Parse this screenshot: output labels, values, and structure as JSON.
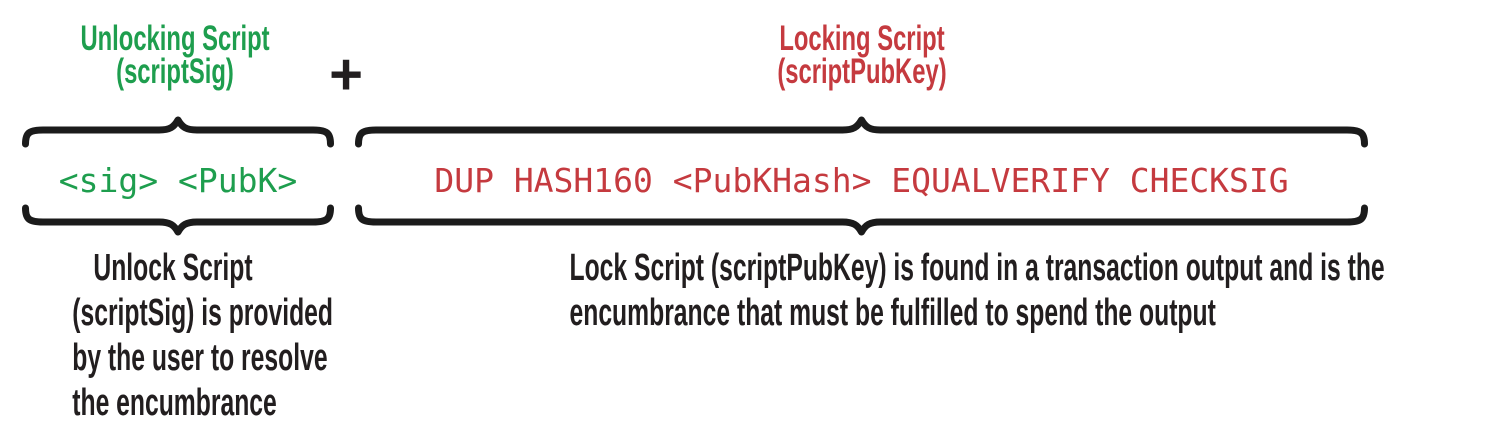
{
  "colors": {
    "green": "#1e9e4e",
    "red": "#c53a3f",
    "text": "#221e1f",
    "brace": "#1b1b1b",
    "background": "#ffffff"
  },
  "plus_sign": "+",
  "unlocking": {
    "label_line1": "Unlocking Script",
    "label_line2": "(scriptSig)",
    "script": "<sig> <PubK>",
    "description": [
      "Unlock Script",
      "(scriptSig) is provided",
      "by the user to resolve",
      "the encumbrance"
    ]
  },
  "locking": {
    "label_line1": "Locking Script",
    "label_line2": "(scriptPubKey)",
    "script": "DUP HASH160 <PubKHash> EQUALVERIFY CHECKSIG",
    "description": [
      "Lock Script (scriptPubKey) is found in a transaction output and is the",
      "encumbrance that must be fulfilled to spend the output"
    ]
  }
}
